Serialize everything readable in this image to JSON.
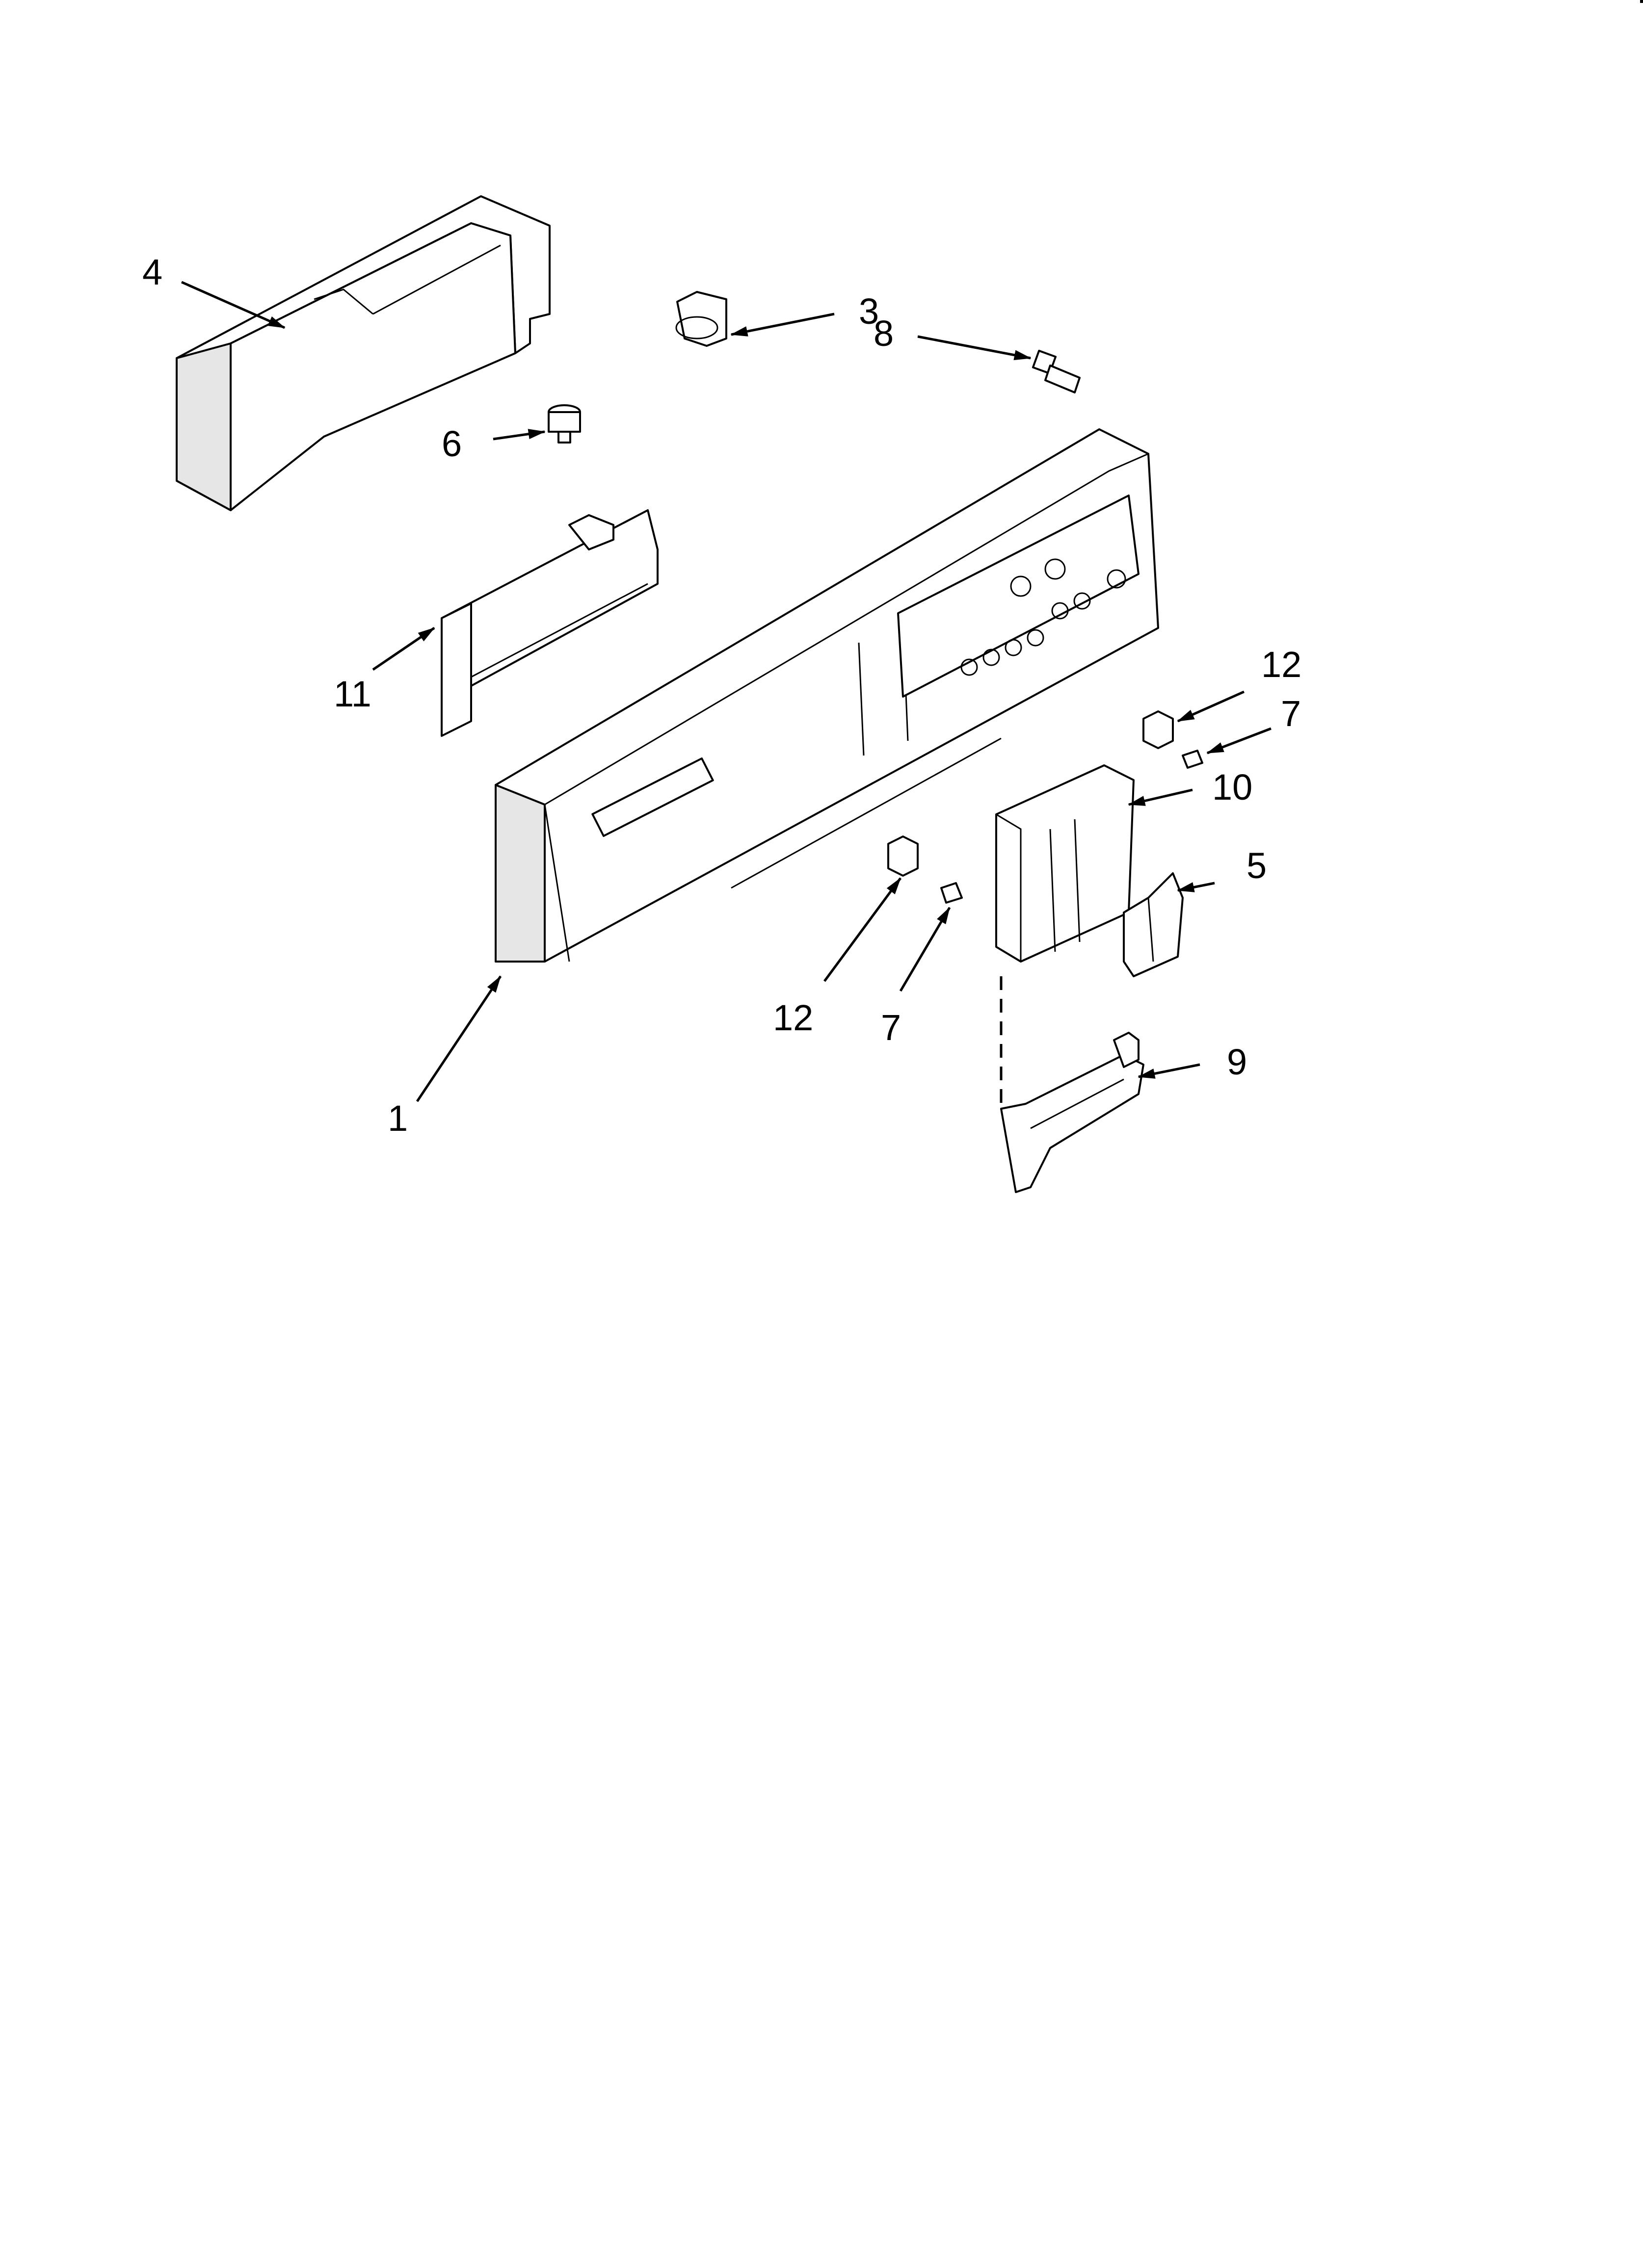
{
  "callouts": [
    {
      "id": "c1",
      "label": "1"
    },
    {
      "id": "c3",
      "label": "3"
    },
    {
      "id": "c4",
      "label": "4"
    },
    {
      "id": "c5",
      "label": "5"
    },
    {
      "id": "c6",
      "label": "6"
    },
    {
      "id": "c7a",
      "label": "7"
    },
    {
      "id": "c7b",
      "label": "7"
    },
    {
      "id": "c8",
      "label": "8"
    },
    {
      "id": "c9",
      "label": "9"
    },
    {
      "id": "c10",
      "label": "10"
    },
    {
      "id": "c11",
      "label": "11"
    },
    {
      "id": "c12a",
      "label": "12"
    },
    {
      "id": "c12b",
      "label": "12"
    }
  ]
}
